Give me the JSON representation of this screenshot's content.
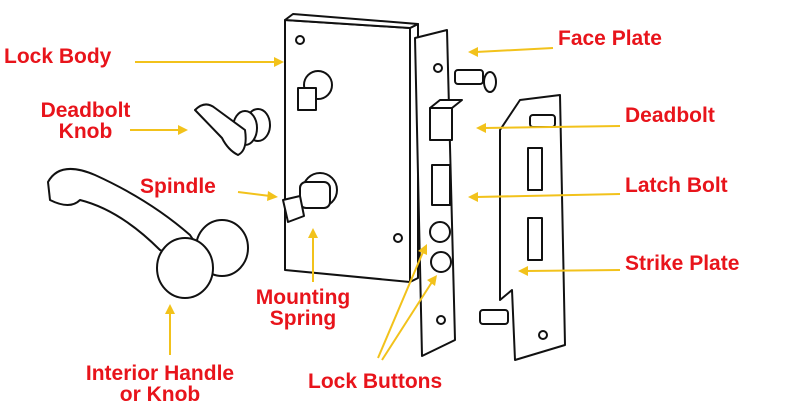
{
  "labels": {
    "lock_body": "Lock Body",
    "deadbolt_knob": [
      "Deadbolt",
      "Knob"
    ],
    "spindle": "Spindle",
    "interior_handle": [
      "Interior Handle",
      "or Knob"
    ],
    "mounting_spring": [
      "Mounting",
      "Spring"
    ],
    "lock_buttons": "Lock Buttons",
    "face_plate": "Face Plate",
    "deadbolt": "Deadbolt",
    "latch_bolt": "Latch Bolt",
    "strike_plate": "Strike Plate"
  },
  "colors": {
    "label": "#e8141b",
    "arrow": "#f2c21b",
    "line": "#111111"
  }
}
